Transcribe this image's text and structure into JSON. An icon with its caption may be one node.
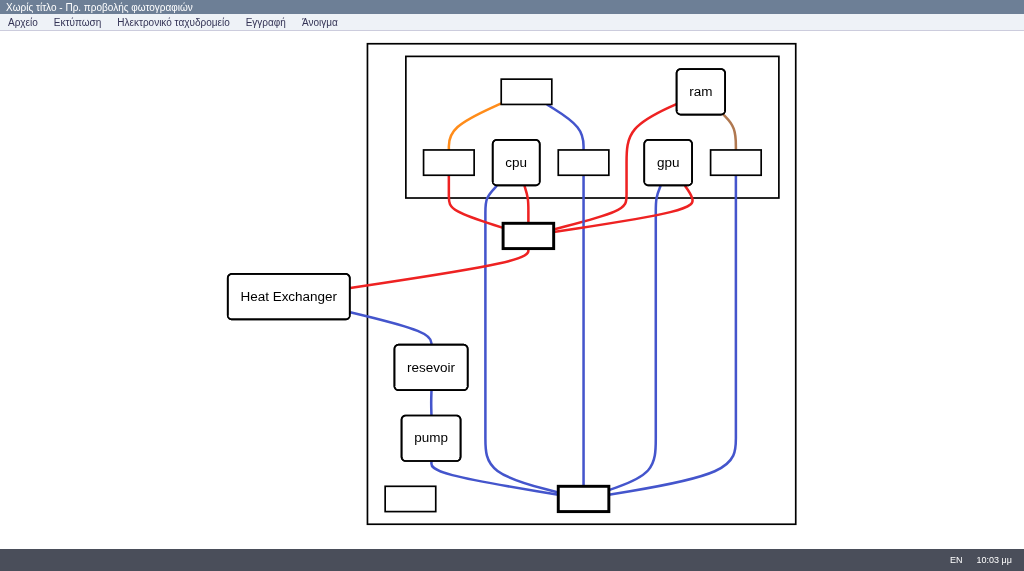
{
  "diagram": {
    "nodes": [
      {
        "text": [
          "Heat Exchanger"
        ]
      },
      {
        "text": [],
        "shape": "box"
      },
      {
        "text": [],
        "shape": "box",
        "in": 1
      },
      {
        "text": [],
        "shape": "box",
        "in": 1
      },
      {
        "text": [],
        "shape": "box",
        "in": 3
      },
      {
        "text": [],
        "shape": "box",
        "in": 3
      },
      {
        "text": [
          "cpu"
        ],
        "in": 3
      },
      {
        "text": [
          "ram"
        ],
        "in": 3
      },
      {
        "text": [],
        "shape": "box",
        "in": 3
      },
      {
        "text": [],
        "shape": "bar",
        "in": 1
      },
      {
        "text": [],
        "shape": "bar",
        "in": 1
      },
      {
        "text": [],
        "shape": "box",
        "in": 3
      },
      {
        "text": [
          "gpu"
        ],
        "in": 3
      },
      {
        "text": [
          "resevoir"
        ],
        "in": 1
      },
      {
        "text": [
          "pump"
        ],
        "in": 1
      }
    ],
    "edges": [
      {
        "from": 4,
        "to": 5,
        "arrow": "none",
        "color": "#ff8c1a"
      },
      {
        "from": 4,
        "to": 8,
        "arrow": "none"
      },
      {
        "from": 7,
        "to": 10,
        "arrow": "none",
        "color": "#ee2222"
      },
      {
        "from": 8,
        "to": 9,
        "arrow": "none"
      },
      {
        "from": 6,
        "to": 9,
        "arrow": "none"
      },
      {
        "from": 6,
        "to": 10,
        "arrow": "none",
        "color": "#ee2222"
      },
      {
        "from": 12,
        "to": 9,
        "arrow": "none"
      },
      {
        "from": 5,
        "to": 10,
        "arrow": "none",
        "color": "#ee2222"
      },
      {
        "from": 7,
        "to": 11,
        "arrow": "none",
        "color": "#b07850"
      },
      {
        "from": 11,
        "to": 9,
        "arrow": "none"
      },
      {
        "from": 12,
        "to": 10,
        "arrow": "none",
        "color": "#ee2222"
      },
      {
        "from": 10,
        "to": 0,
        "arrow": "none",
        "color": "#ee2222"
      },
      {
        "from": 0,
        "to": 13,
        "arrow": "none"
      },
      {
        "from": 13,
        "to": 14,
        "arrow": "none"
      },
      {
        "from": 14,
        "to": 9,
        "arrow": "none"
      }
    ],
    "labels": [
      "Χωρίς τίτλο - Πρ. προβολής φωτογραφιών",
      "Αρχείο",
      "Εκτύπωση",
      "Ηλεκτρονικό ταχυδρομείο",
      "Εγγραφή",
      "Άνοιγμα",
      "EN",
      "10:03 μμ"
    ]
  }
}
